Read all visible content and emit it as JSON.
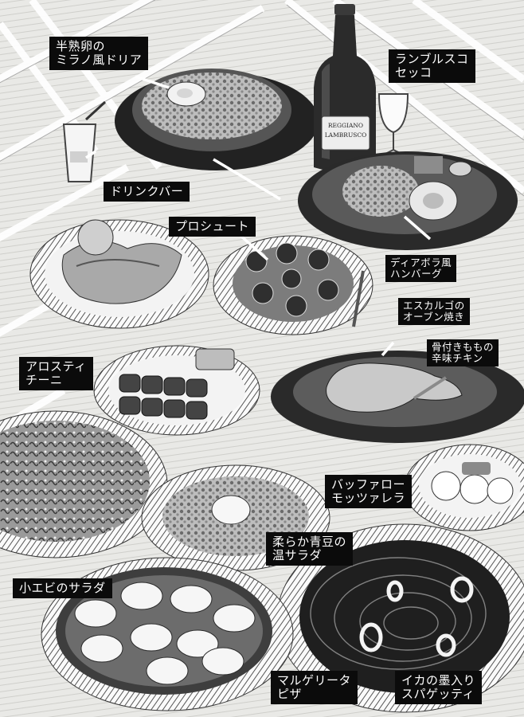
{
  "labels": {
    "doria": "半熟卵の\nミラノ風ドリア",
    "lambrusco": "ランブルスコ\nセッコ",
    "drinkbar": "ドリンクバー",
    "prosciutto": "プロシュート",
    "hamburg": "ディアボラ風\nハンバーグ",
    "escargot": "エスカルゴの\nオーブン焼き",
    "chicken": "骨付きももの\n辛味チキン",
    "arrosticini": "アロスティ\nチーニ",
    "mozzarella": "バッファロー\nモッツァレラ",
    "peas": "柔らか青豆の\n温サラダ",
    "shrimp_salad": "小エビのサラダ",
    "pizza": "マルゲリータ\nピザ",
    "squid_pasta": "イカの墨入り\nスパゲッティ"
  },
  "bottle_label": {
    "line1": "REGGIANO",
    "line2": "LAMBRUSCO"
  }
}
